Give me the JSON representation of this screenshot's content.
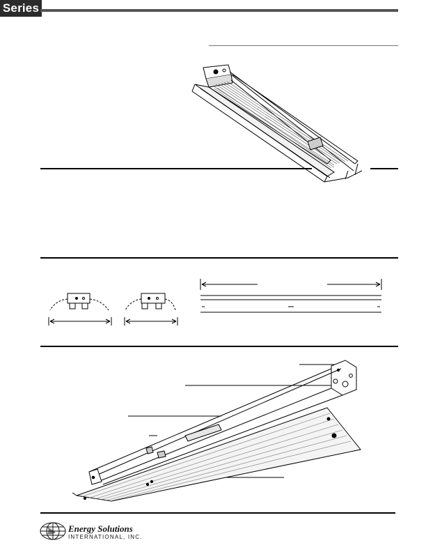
{
  "header": {
    "badge_label": "Series"
  },
  "logo": {
    "name": "Energy Solutions",
    "subline": "INTERNATIONAL, INC."
  }
}
